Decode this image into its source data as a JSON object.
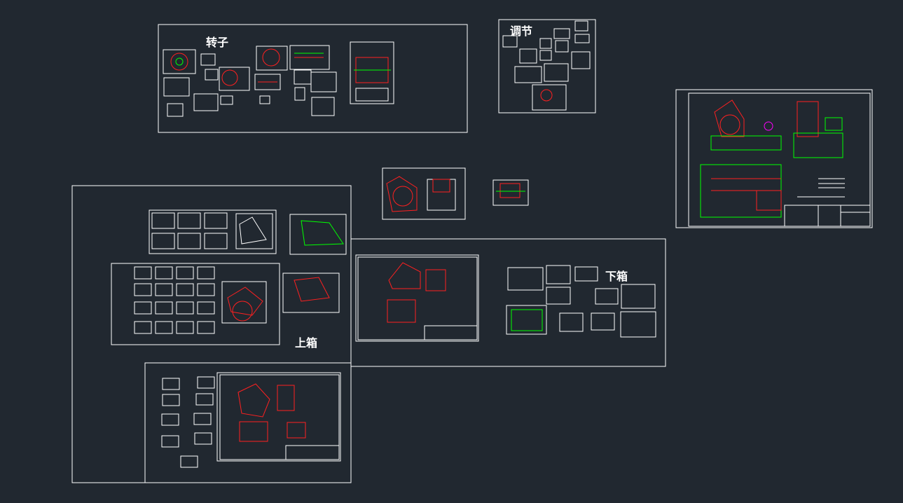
{
  "viewport": {
    "background": "#212830",
    "line_color": "#ffffff",
    "accent_colors": {
      "green": "#00ff00",
      "red": "#ff2020",
      "magenta": "#ff00ff",
      "cyan": "#00ffff",
      "yellow": "#ffff00"
    }
  },
  "labels": {
    "rotor": "转子",
    "adjust": "调节",
    "upper_box": "上箱",
    "lower_box": "下箱"
  }
}
